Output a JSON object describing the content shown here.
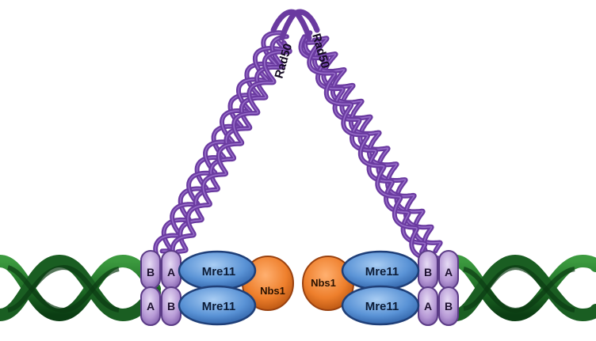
{
  "labels": {
    "rad50_left": "Rad50",
    "rad50_right": "Rad50",
    "mre11": "Mre11",
    "nbs1": "Nbs1",
    "a": "A",
    "b": "B"
  },
  "colors": {
    "dna_dark": "#0f4a1a",
    "dna_light": "#2f8a34",
    "rad50": "#6a3aa0",
    "rad50_head": "#b79ad6",
    "mre11": "#5a93d6",
    "mre11_outline": "#1f3f78",
    "nbs1": "#e8782a",
    "nbs1_outline": "#9a4210"
  }
}
